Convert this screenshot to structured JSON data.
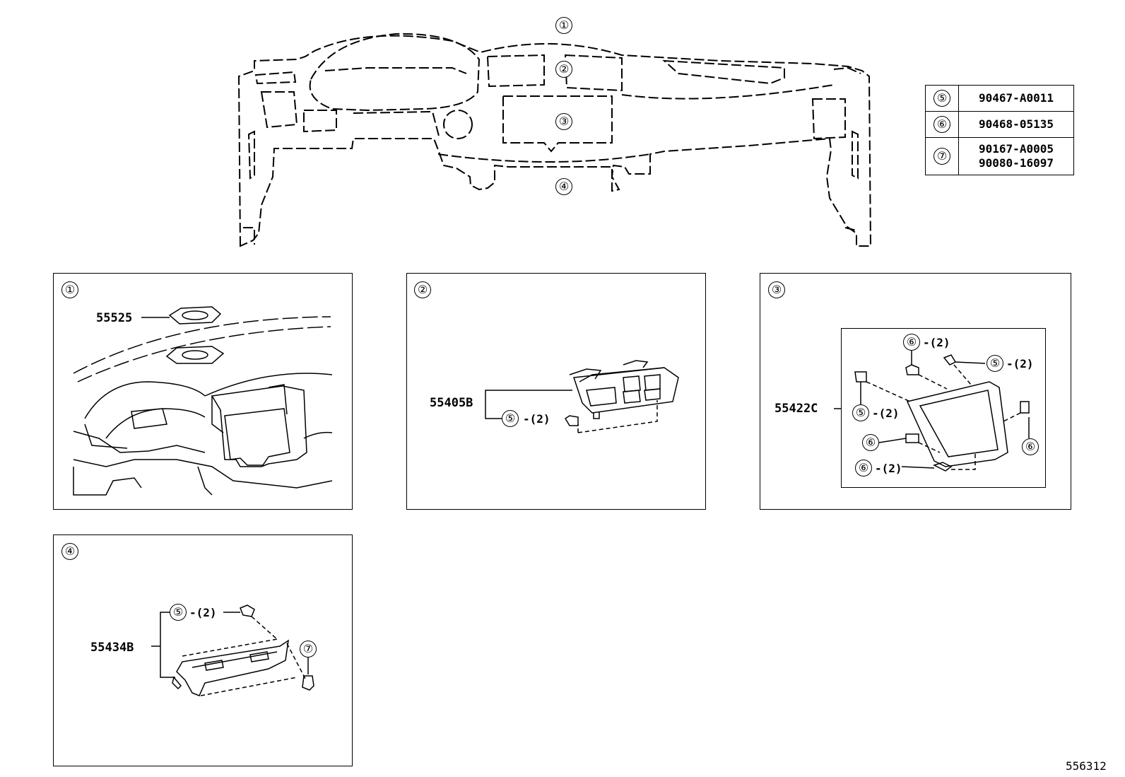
{
  "overview": {
    "callouts": [
      "①",
      "②",
      "③",
      "④"
    ]
  },
  "legend": {
    "rows": [
      {
        "ref": "⑤",
        "parts": [
          "90467-A0011"
        ]
      },
      {
        "ref": "⑥",
        "parts": [
          "90468-05135"
        ]
      },
      {
        "ref": "⑦",
        "parts": [
          "90167-A0005",
          "90080-16097"
        ]
      }
    ]
  },
  "panels": {
    "p1": {
      "ref": "①",
      "part": "55525"
    },
    "p2": {
      "ref": "②",
      "part": "55405B",
      "sub": {
        "ref": "⑤",
        "qty": "-(2)"
      }
    },
    "p3": {
      "ref": "③",
      "part": "55422C",
      "subs": [
        {
          "ref": "⑥",
          "qty": "-(2)"
        },
        {
          "ref": "⑤",
          "qty": "-(2)"
        },
        {
          "ref": "⑤",
          "qty": "-(2)"
        },
        {
          "ref": "⑥",
          "qty": ""
        },
        {
          "ref": "⑥",
          "qty": ""
        },
        {
          "ref": "⑥",
          "qty": "-(2)"
        }
      ]
    },
    "p4": {
      "ref": "④",
      "part": "55434B",
      "sub": {
        "ref": "⑤",
        "qty": "-(2)"
      },
      "screw": {
        "ref": "⑦"
      }
    }
  },
  "figure_id": "556312"
}
